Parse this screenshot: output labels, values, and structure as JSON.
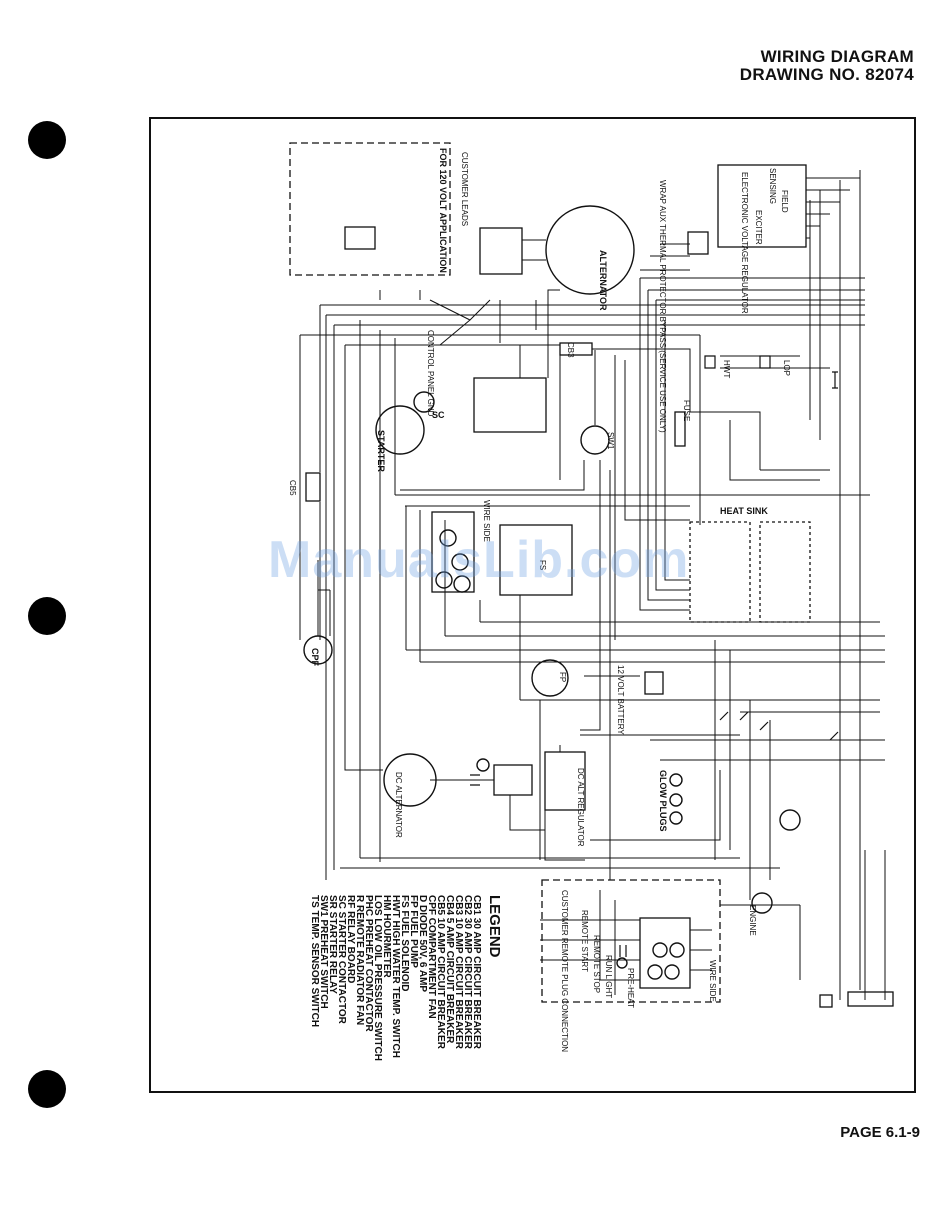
{
  "header": {
    "title": "WIRING DIAGRAM",
    "drawing": "DRAWING NO. 82074"
  },
  "footer": {
    "page": "PAGE 6.1-9"
  },
  "watermark": "ManualsLib.com",
  "components": {
    "alternator": "ALTERNATOR",
    "starter": "STARTER",
    "sc": "SC",
    "dc_alternator": "DC ALTERNATOR",
    "dc_regulator": "DC ALT REGULATOR",
    "glow_plugs": "GLOW PLUGS",
    "fuse": "FUSE",
    "cb3": "CB3",
    "cb5": "CB5",
    "cpf": "CPF",
    "lop": "LOP",
    "hwt": "HWT",
    "heat_sink": "HEAT SINK",
    "battery": "12 VOLT BATTERY",
    "wire_side_1": "WIRE SIDE",
    "wire_side_2": "WIRE SIDE",
    "evr": "ELECTRONIC VOLTAGE REGULATOR",
    "sensing": "SENSING",
    "field": "FIELD",
    "exciter": "EXCITER",
    "thermal_note": "WRAP AUX THERMAL PROTECTOR BYPASS (SERVICE USE ONLY)",
    "customer_leads": "CUSTOMER LEADS",
    "control_panel_gnd": "CONTROL PANEL GND",
    "app_120v": "FOR 120 VOLT APPLICATION",
    "customer_remote": "CUSTOMER REMOTE PLUG CONNECTION",
    "remote_start": "REMOTE START",
    "remote_stop": "REMOTE STOP",
    "run_light": "RUN LIGHT",
    "preheat": "PRE-HEAT",
    "engine": "ENGINE",
    "fp": "FP",
    "fs": "FS",
    "sw1": "SW1"
  },
  "legend": {
    "title": "LEGEND",
    "items": [
      "CB1   30 AMP CIRCUIT BREAKER",
      "CB2   30 AMP CIRCUIT BREAKER",
      "CB3   10 AMP CIRCUIT BREAKER",
      "CB4   5 AMP CIRCUIT BREAKER",
      "CB5   10 AMP CIRCUIT BREAKER",
      "CPF   COMPARTMENT FAN",
      "D     DIODE 50V, 6 AMP",
      "FP    FUEL PUMP",
      "FS    FUEL SOLENOID",
      "HWT   HIGH WATER TEMP. SWITCH",
      "HM    HOURMETER",
      "LOS   LOW OIL PRESSURE SWITCH",
      "PHC   PREHEAT CONTACTOR",
      "R     REMOTE RADIATOR FAN",
      "RF    RELAY BOARD",
      "SC    STARTER CONTACTOR",
      "SR    STARTER RELAY",
      "SW1   PREHEAT SWITCH",
      "TS    TEMP. SENSOR SWITCH"
    ]
  }
}
